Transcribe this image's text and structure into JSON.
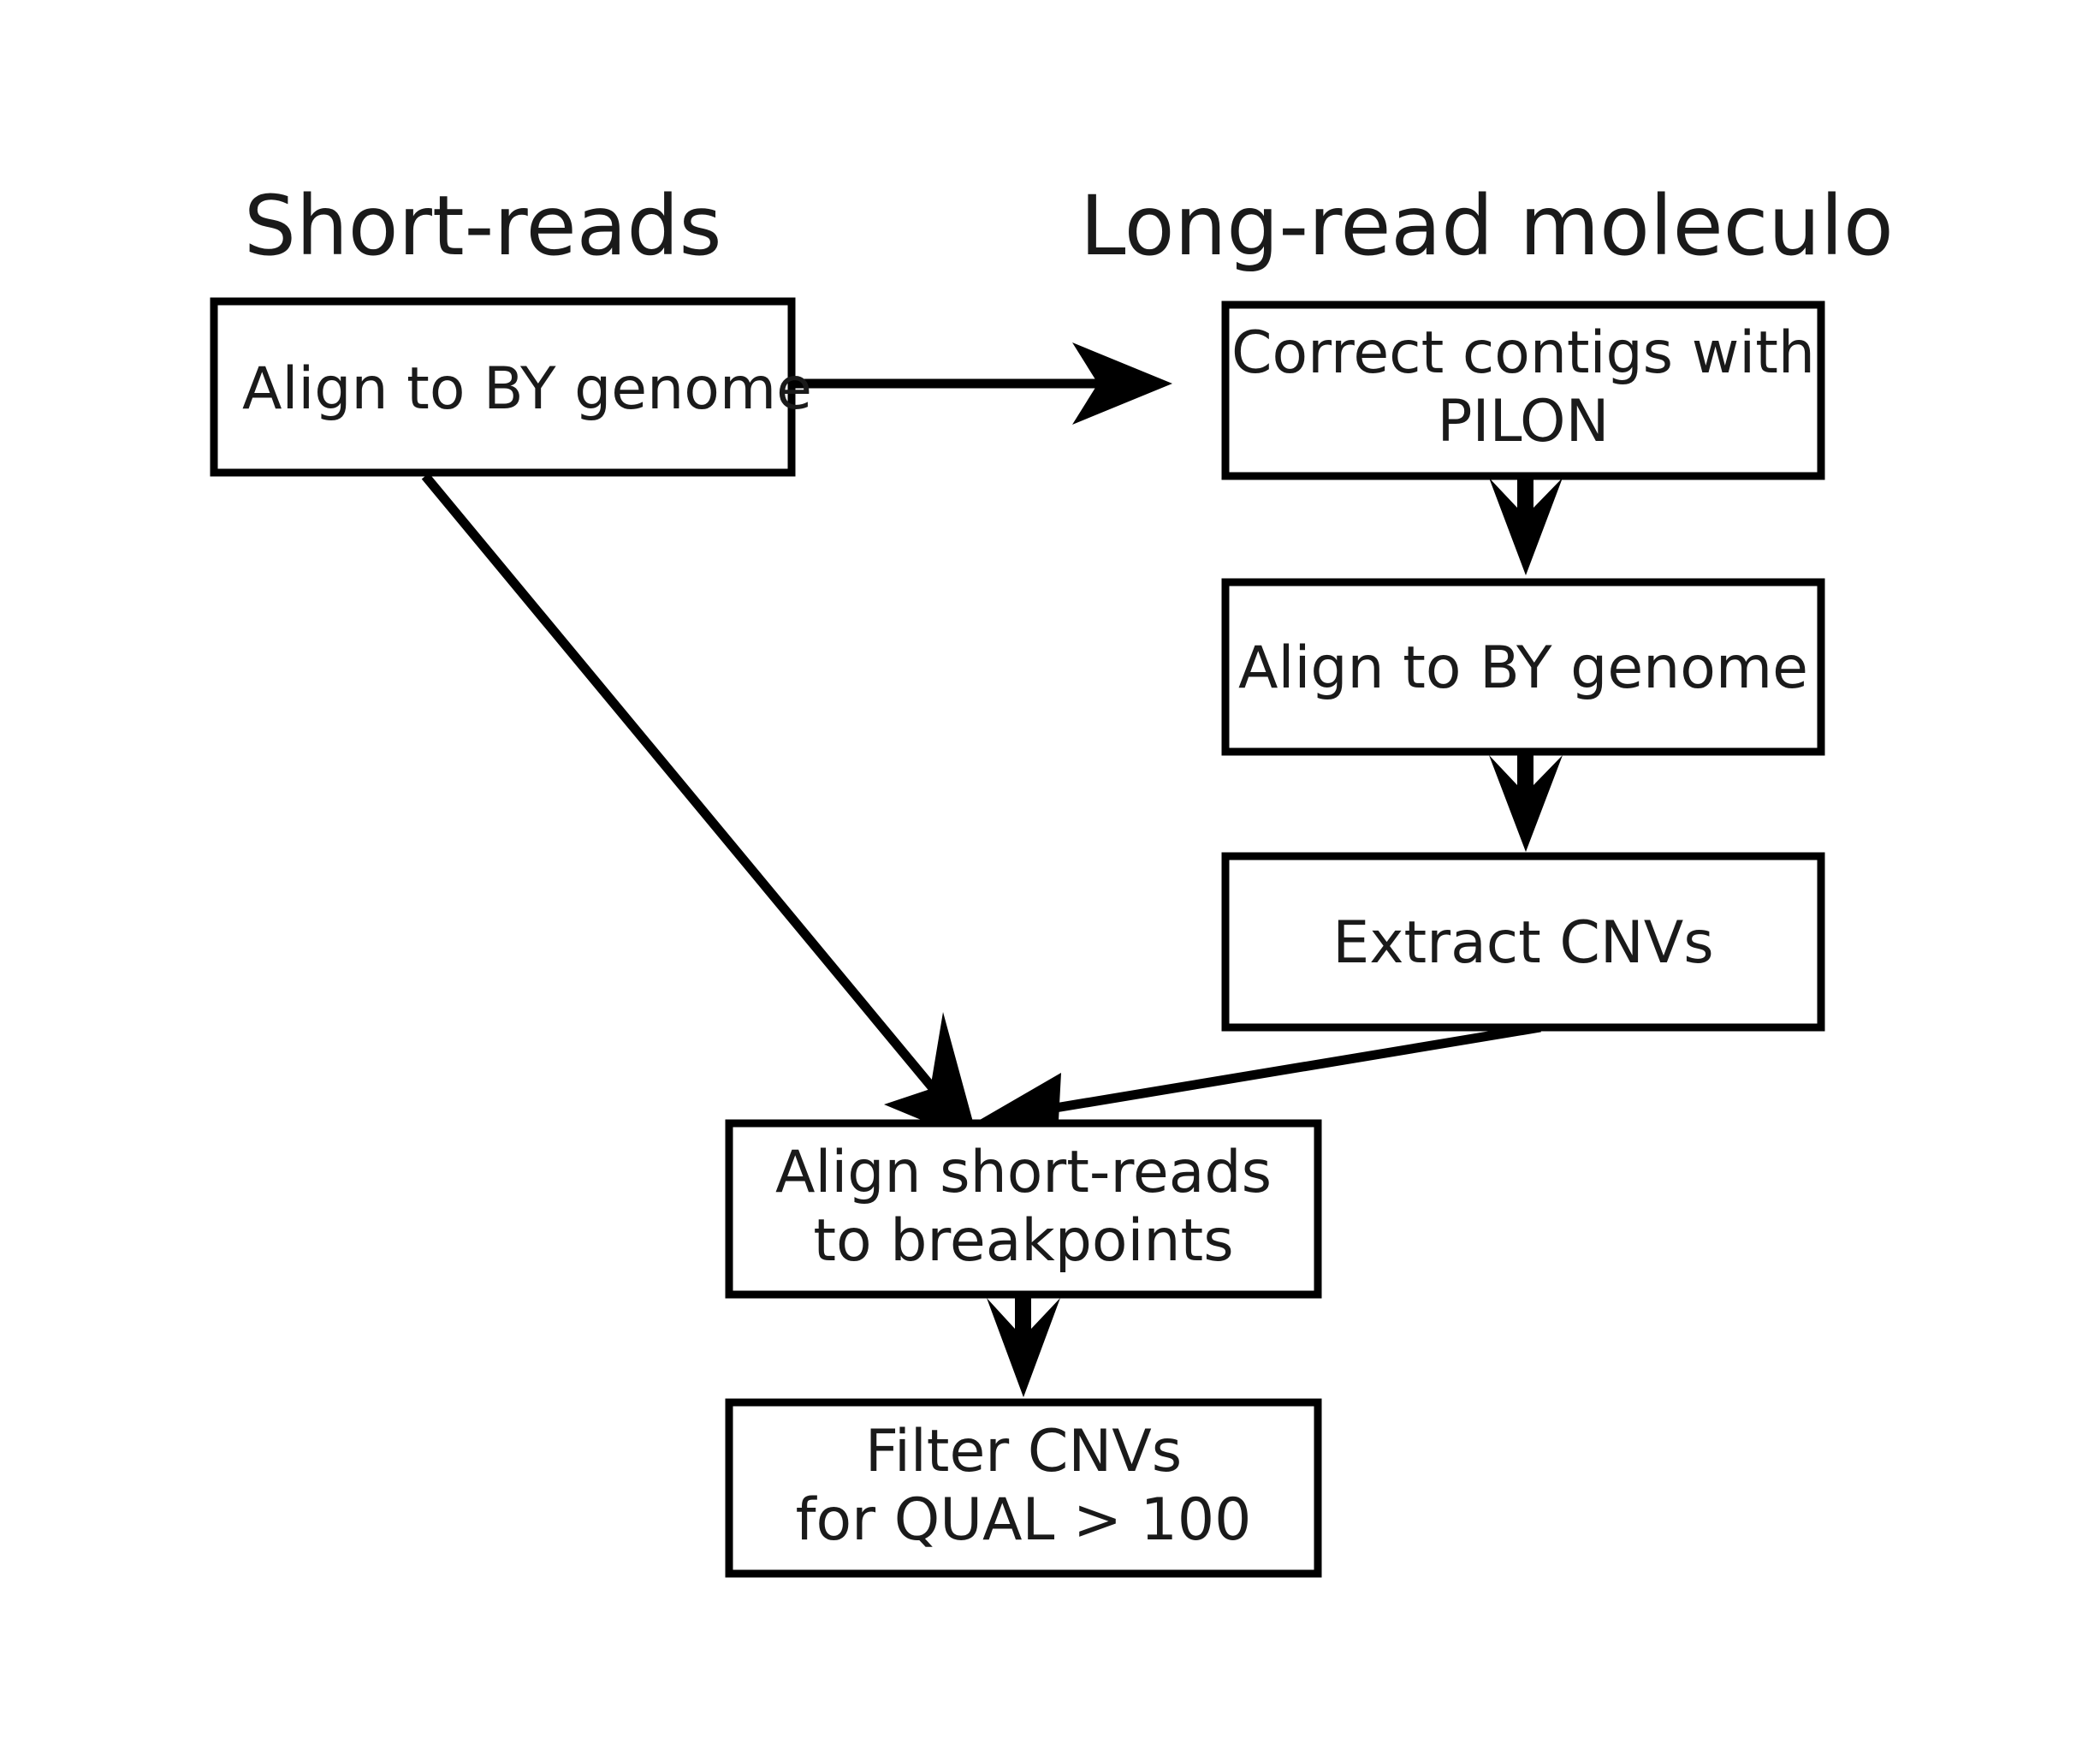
{
  "diagram": {
    "title_left": "Short-reads",
    "title_right": "Long-read moleculo",
    "colors": {
      "background": "#ffffff",
      "stroke": "#000000",
      "text": "#1a1a1a"
    },
    "nodes": {
      "align_by_short": {
        "line1": "Align to BY genome"
      },
      "correct_contigs": {
        "line1": "Correct contigs with",
        "line2": "PILON"
      },
      "align_by_long": {
        "line1": "Align to BY genome"
      },
      "extract_cnvs": {
        "line1": "Extract CNVs"
      },
      "align_breakpoints": {
        "line1": "Align short-reads",
        "line2": "to breakpoints"
      },
      "filter_cnvs": {
        "line1": "Filter CNVs",
        "line2": "for QUAL > 100"
      }
    },
    "edges": [
      {
        "id": "short-to-correct",
        "from": "align_by_short",
        "to": "correct_contigs",
        "style": "horizontal-arrow"
      },
      {
        "id": "correct-to-alignlong",
        "from": "correct_contigs",
        "to": "align_by_long",
        "style": "down-arrow"
      },
      {
        "id": "alignlong-to-extract",
        "from": "align_by_long",
        "to": "extract_cnvs",
        "style": "down-arrow"
      },
      {
        "id": "short-to-breakpoints",
        "from": "align_by_short",
        "to": "align_breakpoints",
        "style": "diagonal-arrow"
      },
      {
        "id": "extract-to-breakpoints",
        "from": "extract_cnvs",
        "to": "align_breakpoints",
        "style": "diagonal-arrow"
      },
      {
        "id": "breakpoints-to-filter",
        "from": "align_breakpoints",
        "to": "filter_cnvs",
        "style": "down-arrow"
      }
    ]
  }
}
